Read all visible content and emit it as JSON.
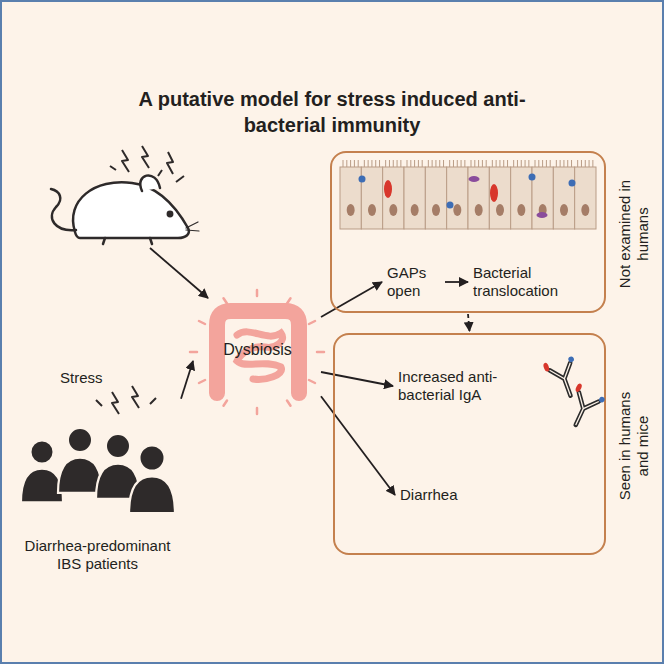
{
  "diagram": {
    "title": "A putative model for stress induced anti-bacterial immunity",
    "nodes": [
      {
        "text": [
          "Stress",
          "Diarrhea-predominant IBS patients"
        ]
      },
      {
        "text": [
          "Dysbiosis"
        ]
      },
      {
        "text": [
          "Not examined in humans"
        ]
      },
      {
        "text": [
          "GAPs open"
        ],
        "in": 2
      },
      {
        "text": [
          "Bacterial translocation"
        ],
        "in": 2
      },
      {
        "text": [
          "Seen in humans and mice"
        ]
      },
      {
        "text": [
          "Increased anti-bacterial IgA"
        ],
        "in": 5
      },
      {
        "text": [
          "Diarrhea"
        ],
        "in": 5
      }
    ],
    "edges": [
      {
        "from": 0,
        "to": 1,
        "arrow": "to"
      },
      {
        "from": 1,
        "to": 3,
        "arrow": "to"
      },
      {
        "from": 1,
        "to": 6,
        "arrow": "to"
      },
      {
        "from": 1,
        "to": 7,
        "arrow": "to"
      },
      {
        "from": 3,
        "to": 4,
        "arrow": "to"
      },
      {
        "from": 2,
        "to": 5,
        "arrow": "to"
      }
    ]
  }
}
